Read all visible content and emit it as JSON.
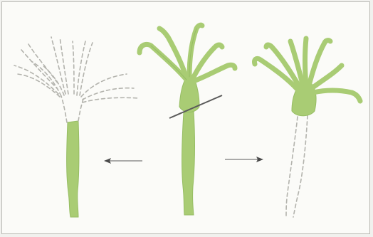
{
  "figure": {
    "stem_color": "#a9cc74",
    "stem_dark": "#8fb95a",
    "ghost_stroke": "#b3b3ad",
    "cut_line_color": "#5a5a5a",
    "arrow_color": "#4a4a4a"
  },
  "panels": [
    {
      "id": "left",
      "description_hidden": true
    },
    {
      "id": "center",
      "description_hidden": true
    },
    {
      "id": "right",
      "description_hidden": true
    }
  ]
}
